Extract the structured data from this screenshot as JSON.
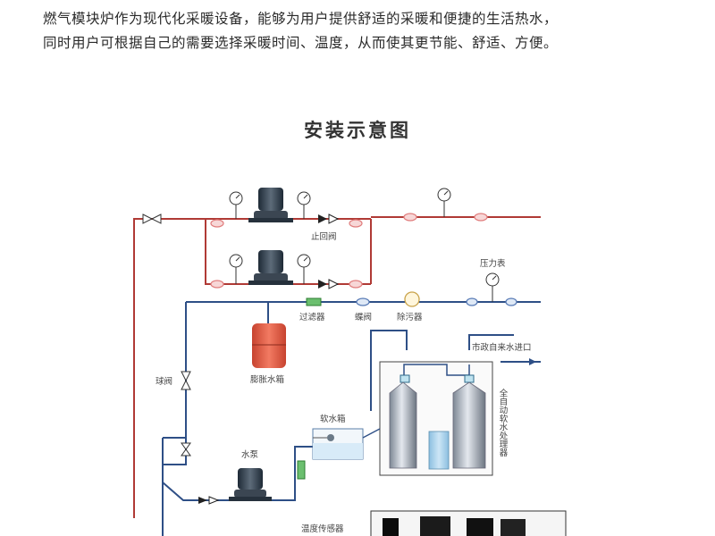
{
  "intro": {
    "line1": "燃气模块炉作为现代化采暖设备，能够为用户提供舒适的采暖和便捷的生活热水，",
    "line2": "同时用户可根据自己的需要选择采暖时间、温度，从而使其更节能、舒适、方便。"
  },
  "diagram": {
    "title": "安装示意图",
    "labels": {
      "check_valve": "止回阀",
      "pressure_gauge": "压力表",
      "filter": "过滤器",
      "butterfly_valve": "蝶阀",
      "dirt_separator": "除污器",
      "expansion_tank": "膨胀水箱",
      "ball_valve": "球阀",
      "city_water_inlet": "市政自来水进口",
      "softener": "全自动软水处理器",
      "soft_water_tank": "软水箱",
      "pump": "水泵",
      "temp_sensor": "温度传感器"
    },
    "colors": {
      "supply": "#b03a35",
      "return": "#2e4f86",
      "fitting": "#e07c7c",
      "tank": "#e0563e"
    }
  }
}
